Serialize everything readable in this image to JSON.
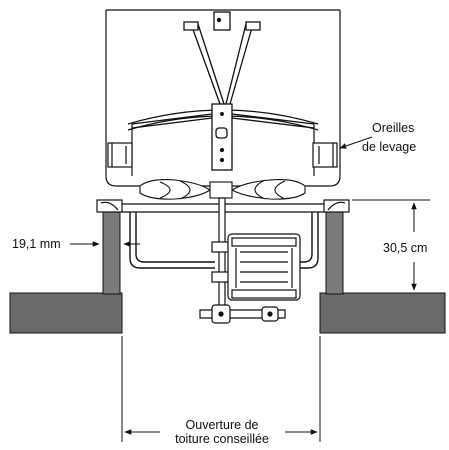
{
  "labels": {
    "lifting_ears_line1": "Oreilles",
    "lifting_ears_line2": "de levage",
    "gap_dimension": "19,1 mm",
    "curb_height": "30,5 cm",
    "roof_opening_line1": "Ouverture de",
    "roof_opening_line2": "toiture conseillée"
  },
  "colors": {
    "roof_fill": "#666666",
    "line": "#111111",
    "background": "#ffffff"
  }
}
